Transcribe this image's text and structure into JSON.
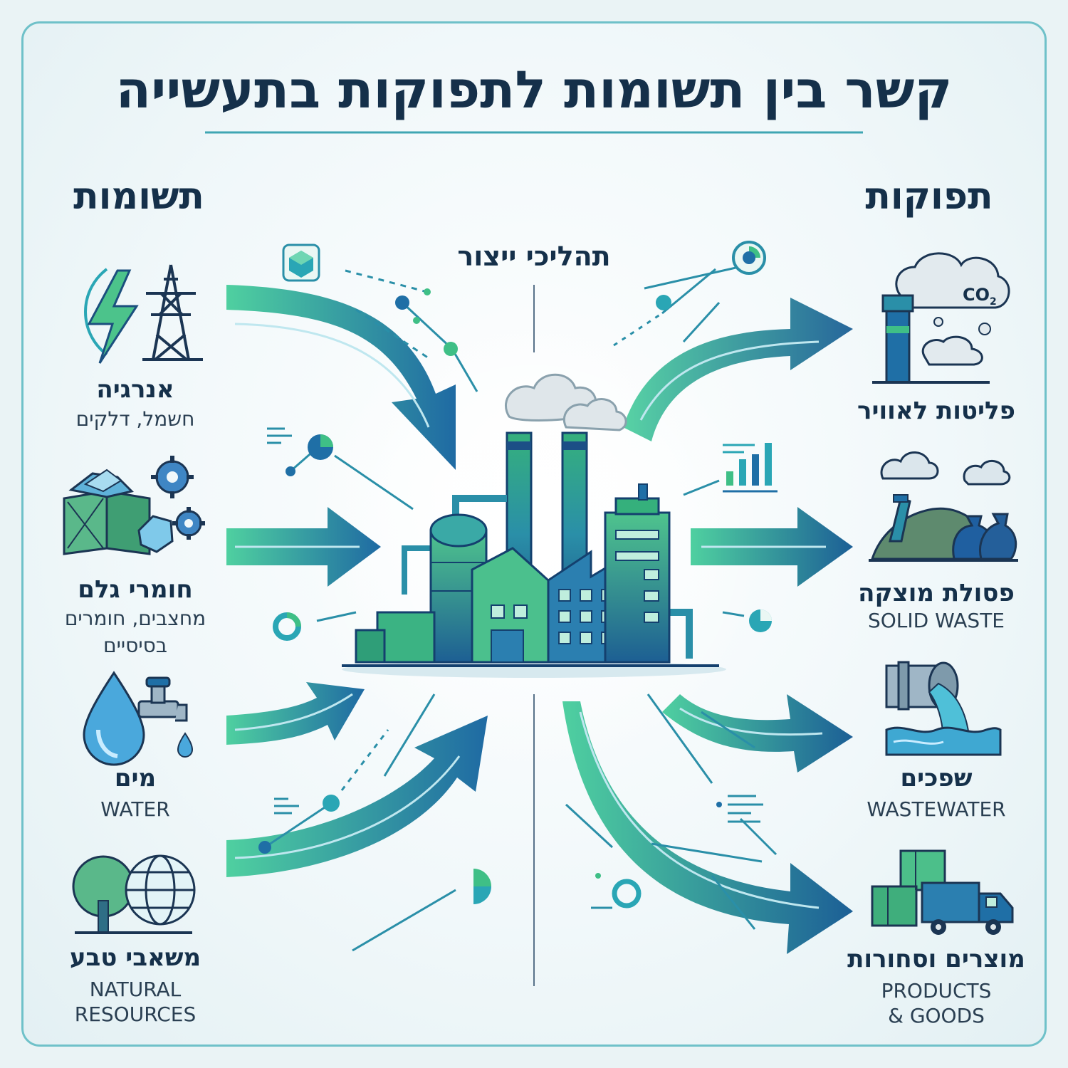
{
  "title": "קשר בין תשומות לתפוקות בתעשייה",
  "inputs_heading": "תשומות",
  "outputs_heading": "תפוקות",
  "process_label": "תהליכי ייצור",
  "inputs": [
    {
      "label": "אנרגיה",
      "sub": [
        "חשמל, דלקים"
      ],
      "icon": "lightning-tower-icon"
    },
    {
      "label": "חומרי גלם",
      "sub": [
        "מחצבים, חומרים",
        "בסיסיים"
      ],
      "icon": "crate-gears-icon"
    },
    {
      "label": "מים",
      "sub": [
        "WATER"
      ],
      "icon": "water-tap-icon"
    },
    {
      "label": "משאבי טבע",
      "sub": [
        "NATURAL",
        "RESOURCES"
      ],
      "icon": "tree-globe-icon"
    }
  ],
  "outputs": [
    {
      "label": "פליטות לאוויר",
      "sub": [],
      "icon": "smokestack-co2-icon",
      "badge": "CO2"
    },
    {
      "label": "פסולת מוצקה",
      "sub": [
        "SOLID WASTE"
      ],
      "icon": "waste-pile-icon"
    },
    {
      "label": "שפכים",
      "sub": [
        "WASTEWATER"
      ],
      "icon": "pipe-discharge-icon"
    },
    {
      "label": "מוצרים וסחורות",
      "sub": [
        "PRODUCTS",
        "& GOODS"
      ],
      "icon": "boxes-truck-icon"
    }
  ],
  "colors": {
    "navy": "#15304a",
    "blue": "#1f6fa6",
    "green": "#3fbf86",
    "teal": "#2aa6b5",
    "frame": "#6fc1c9"
  }
}
